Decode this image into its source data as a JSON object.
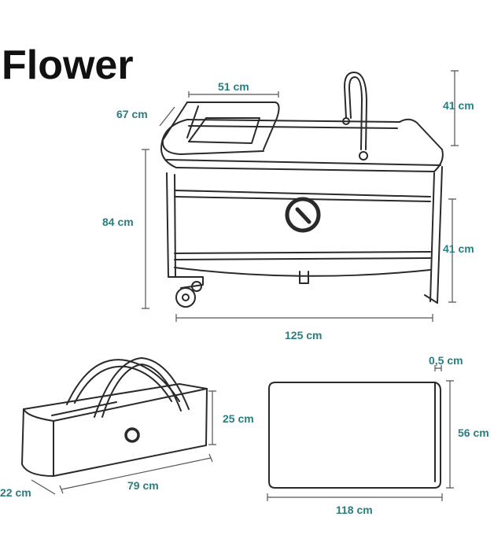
{
  "title": "Flower",
  "colors": {
    "title": "#111111",
    "line_art": "#2a2a2a",
    "dimension_text": "#2b7d7d",
    "dimension_line": "#555555"
  },
  "crib": {
    "width": "125 cm",
    "height": "84 cm",
    "depth": "67 cm",
    "changer_width": "51 cm",
    "arch_height": "41 cm",
    "side_height": "41 cm"
  },
  "bag": {
    "length": "79 cm",
    "height": "25 cm",
    "depth": "22 cm"
  },
  "mattress": {
    "length": "118 cm",
    "width": "56 cm",
    "thickness": "0,5 cm"
  }
}
